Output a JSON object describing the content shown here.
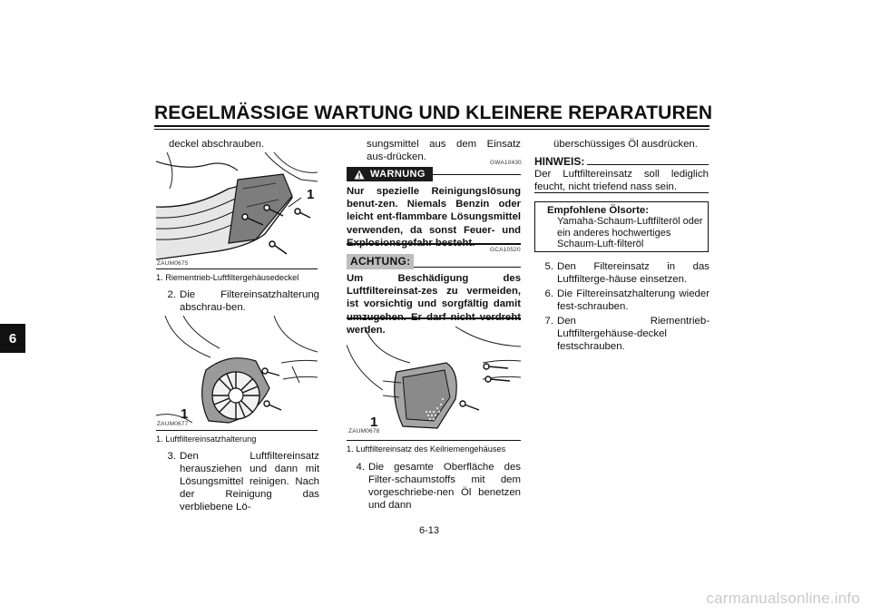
{
  "header": {
    "title": "REGELMÄSSIGE WARTUNG UND KLEINERE REPARATUREN",
    "chapter_tab": "6",
    "page_number": "6-13"
  },
  "col1": {
    "intro": "deckel abschrauben.",
    "fig1_callout": "1",
    "fig1_code": "ZAUM0675",
    "fig1_caption": "1. Riementrieb-Luftfiltergehäusedeckel",
    "step2_num": "2.",
    "step2_text": "Die Filtereinsatzhalterung abschrau-ben.",
    "fig2_callout": "1",
    "fig2_code": "ZAUM0677",
    "fig2_caption": "1. Luftfiltereinsatzhalterung",
    "step3_num": "3.",
    "step3_text": "Den Luftfiltereinsatz herausziehen und dann mit Lösungsmittel reinigen. Nach der Reinigung das verbliebene Lö-"
  },
  "col2": {
    "cont": "sungsmittel aus dem Einsatz aus-drücken.",
    "warn_code": "GWA10430",
    "warn_label": "WARNUNG",
    "warn_text": "Nur spezielle Reinigungslösung benut-zen. Niemals Benzin oder leicht ent-flammbare Lösungsmittel verwenden, da sonst Feuer- und Explosionsgefahr besteht.",
    "caution_code": "GCA10520",
    "caution_label": "ACHTUNG:",
    "caution_text": "Um Beschädigung des Luftfiltereinsat-zes zu vermeiden, ist vorsichtig und sorgfältig damit umzugehen. Er darf nicht verdreht werden.",
    "fig3_callout": "1",
    "fig3_code": "ZAUM0678",
    "fig3_caption": "1. Luftfiltereinsatz des Keilriemengehäuses",
    "step4_num": "4.",
    "step4_text": "Die gesamte Oberfläche des Filter-schaumstoffs mit dem vorgeschriebe-nen Öl benetzen und dann"
  },
  "col3": {
    "cont": "überschüssiges Öl ausdrücken.",
    "note_label": "HINWEIS:",
    "note_text": "Der Luftfiltereinsatz soll lediglich feucht, nicht triefend nass sein.",
    "box_title": "Empfohlene Ölsorte:",
    "box_text": "Yamaha-Schaum-Luftfilteröl oder ein anderes hochwertiges Schaum-Luft-filteröl",
    "steps": [
      {
        "num": "5.",
        "text": "Den Filtereinsatz in das Luftfilterge-häuse einsetzen."
      },
      {
        "num": "6.",
        "text": "Die Filtereinsatzhalterung wieder fest-schrauben."
      },
      {
        "num": "7.",
        "text": "Den Riementrieb-Luftfiltergehäuse-deckel festschrauben."
      }
    ]
  },
  "watermark": "carmanualsonline.info"
}
